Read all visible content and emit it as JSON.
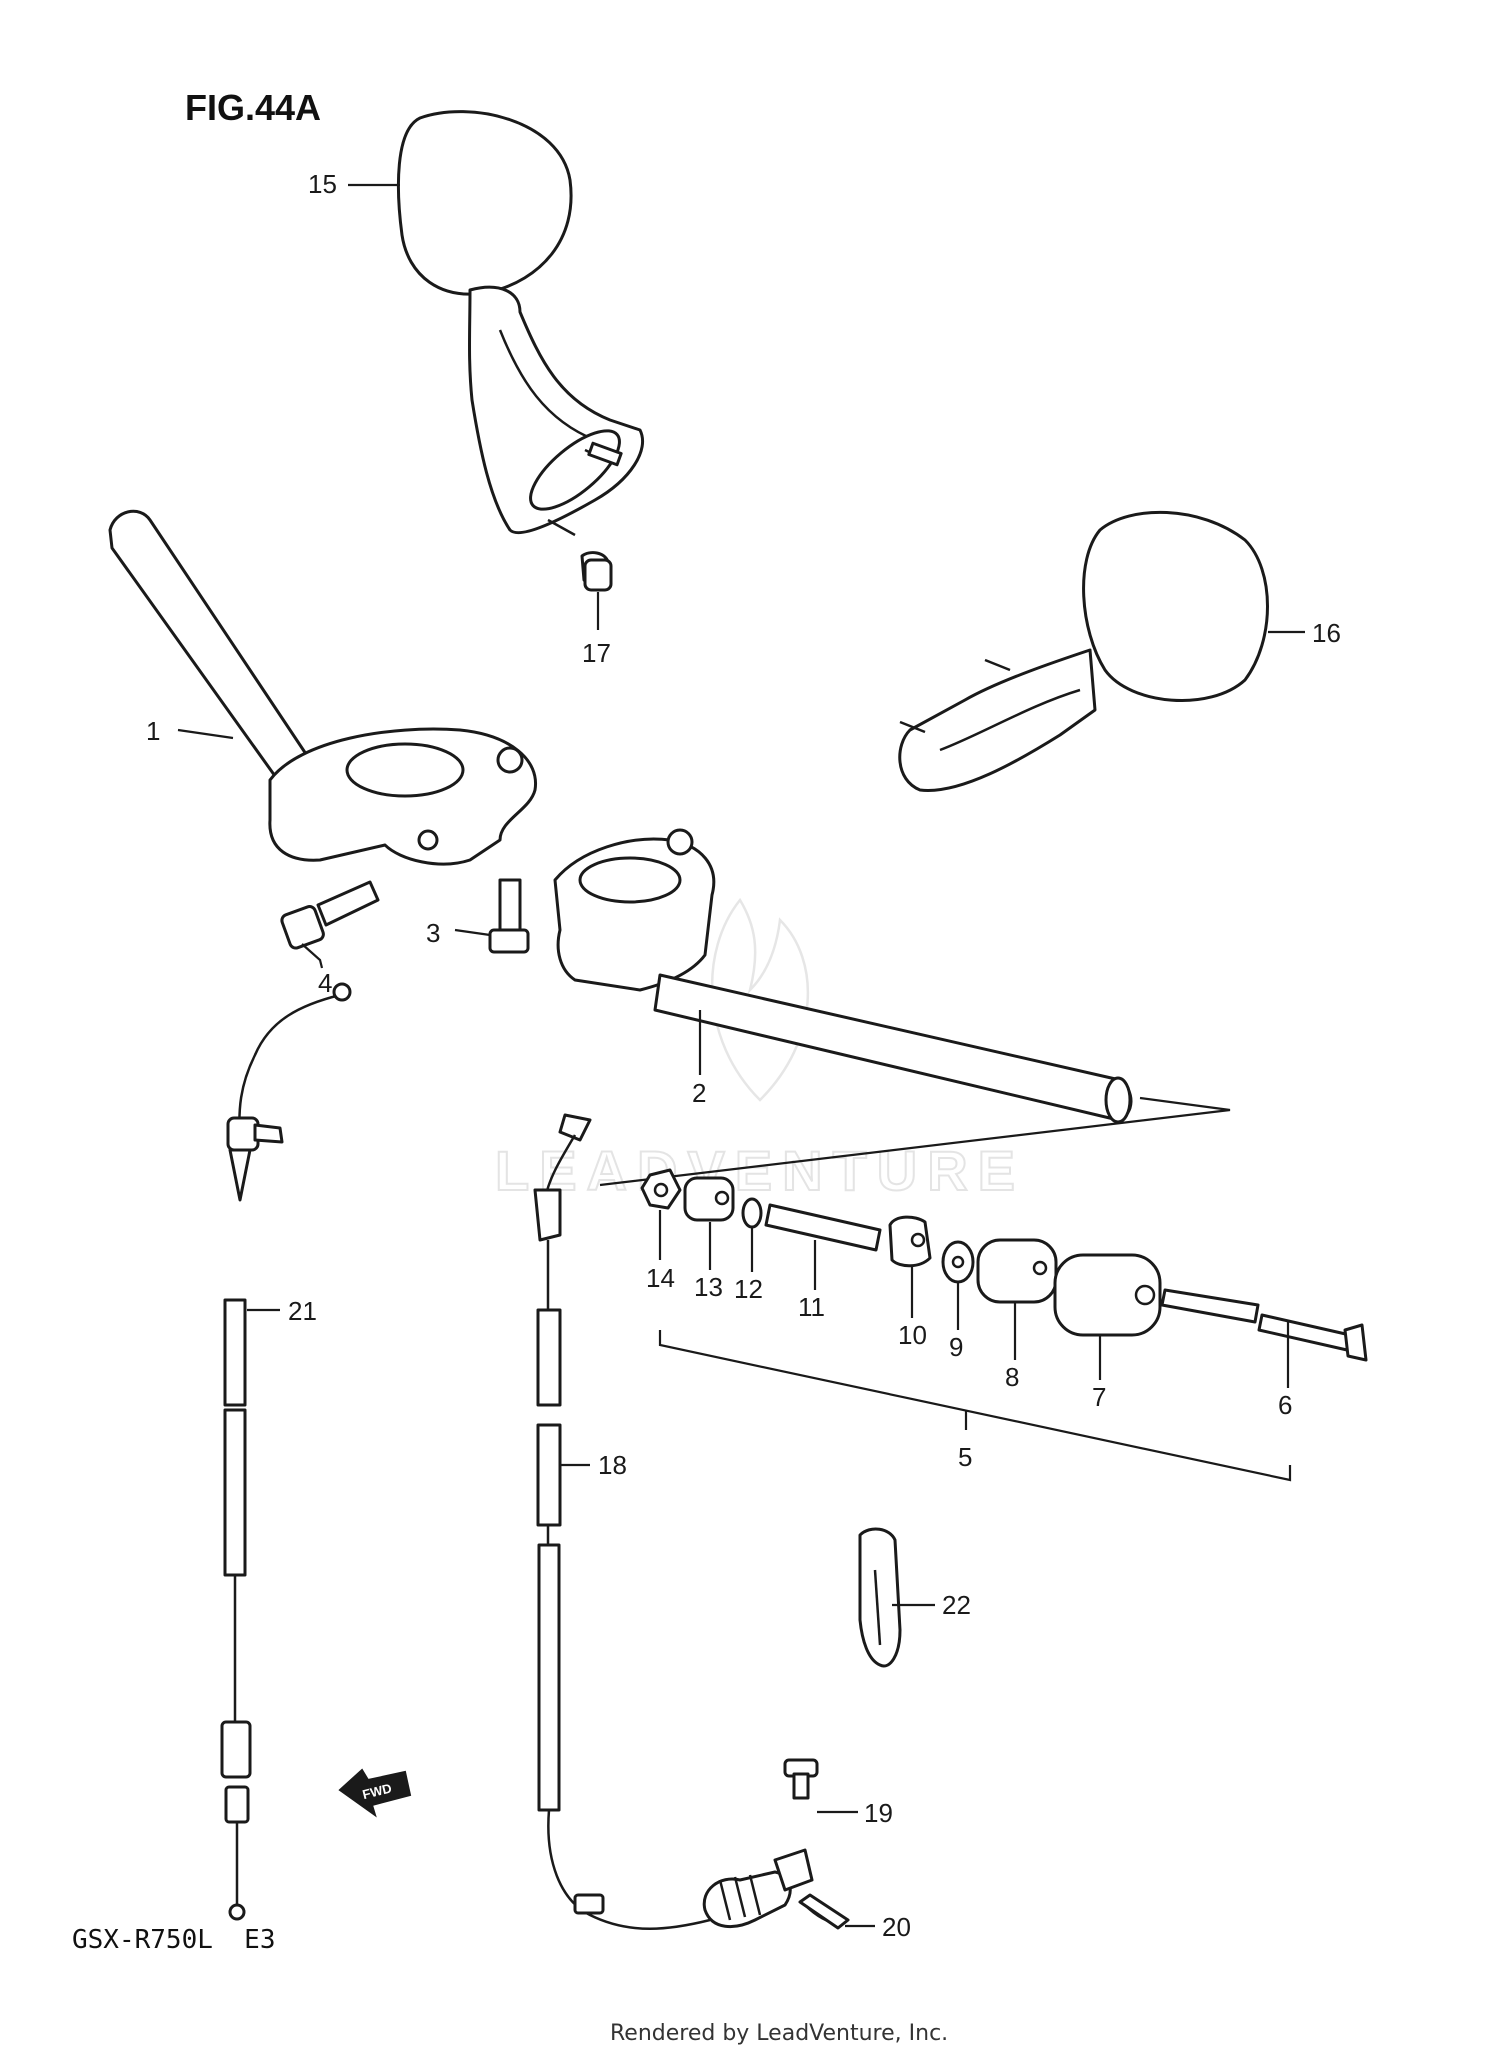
{
  "figure_title": "FIG.44A",
  "model_code": "GSX-R750L  E3",
  "footer_text": "Rendered by LeadVenture, Inc.",
  "watermark_text": "LEADVENTURE",
  "fwd_label": "FWD",
  "callouts": [
    {
      "id": "1",
      "label": "1"
    },
    {
      "id": "2",
      "label": "2"
    },
    {
      "id": "3",
      "label": "3"
    },
    {
      "id": "4",
      "label": "4"
    },
    {
      "id": "5",
      "label": "5"
    },
    {
      "id": "6",
      "label": "6"
    },
    {
      "id": "7",
      "label": "7"
    },
    {
      "id": "8",
      "label": "8"
    },
    {
      "id": "9",
      "label": "9"
    },
    {
      "id": "10",
      "label": "10"
    },
    {
      "id": "11",
      "label": "11"
    },
    {
      "id": "12",
      "label": "12"
    },
    {
      "id": "13",
      "label": "13"
    },
    {
      "id": "14",
      "label": "14"
    },
    {
      "id": "15",
      "label": "15"
    },
    {
      "id": "16",
      "label": "16"
    },
    {
      "id": "17",
      "label": "17"
    },
    {
      "id": "18",
      "label": "18"
    },
    {
      "id": "19",
      "label": "19"
    },
    {
      "id": "20",
      "label": "20"
    },
    {
      "id": "21",
      "label": "21"
    },
    {
      "id": "22",
      "label": "22"
    }
  ]
}
